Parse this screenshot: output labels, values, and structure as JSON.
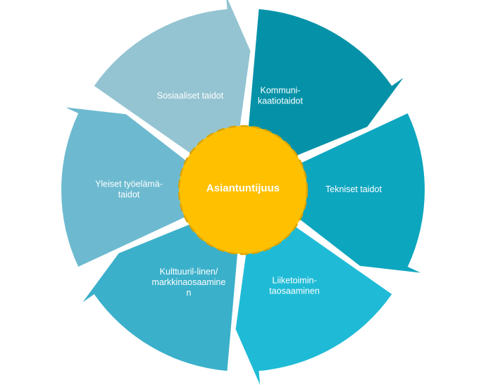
{
  "diagram": {
    "center": {
      "label": "Asiantuntijuus",
      "color": "#FFC000",
      "border_color": "#D9A400"
    },
    "segments": [
      {
        "id": "kommunikaatiotaidot",
        "lines": [
          "Kommuni-",
          "kaatiotaidot"
        ],
        "color": "#0592A8"
      },
      {
        "id": "tekniset-taidot",
        "lines": [
          "Tekniset taidot"
        ],
        "color": "#0DA6BF"
      },
      {
        "id": "liiketoimintaosaaminen",
        "lines": [
          "Liiketoimin-",
          "taosaaminen"
        ],
        "color": "#1FBBD6"
      },
      {
        "id": "kulttuurilinen-markkinaosaaminen",
        "lines": [
          "Kulttuuril-linen/",
          "markkinaosaamine",
          "n"
        ],
        "color": "#3BB0CA"
      },
      {
        "id": "yleiset-tyoelamataidot",
        "lines": [
          "Yleiset työelämä-",
          "taidot"
        ],
        "color": "#6DBAD0"
      },
      {
        "id": "sosiaaliset-taidot",
        "lines": [
          "Sosiaaliset taidot"
        ],
        "color": "#94C4D2"
      }
    ]
  }
}
